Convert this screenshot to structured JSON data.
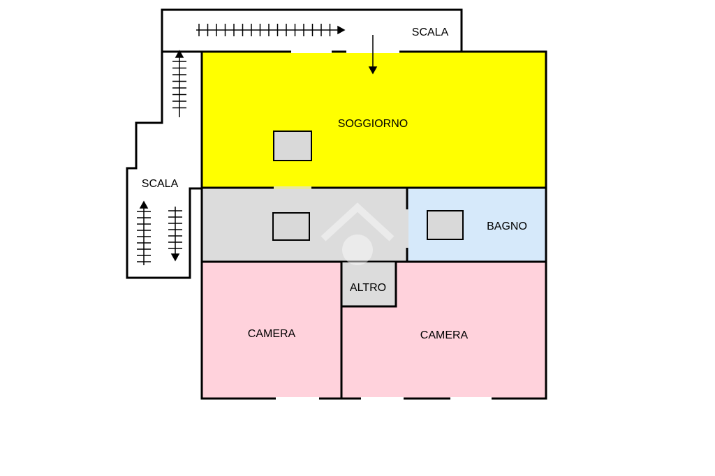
{
  "rooms": {
    "soggiorno": "SOGGIORNO",
    "bagno": "BAGNO",
    "altro": "ALTRO",
    "camera_left": "CAMERA",
    "camera_right": "CAMERA"
  },
  "stairs": {
    "top_label": "SCALA",
    "left_label": "SCALA"
  },
  "colors": {
    "soggiorno": "#ffff00",
    "corridor": "#dcdcdc",
    "bagno": "#d6e9fa",
    "camera": "#ffd2dc",
    "furniture": "#d9d9d9",
    "walls": "#000000"
  }
}
